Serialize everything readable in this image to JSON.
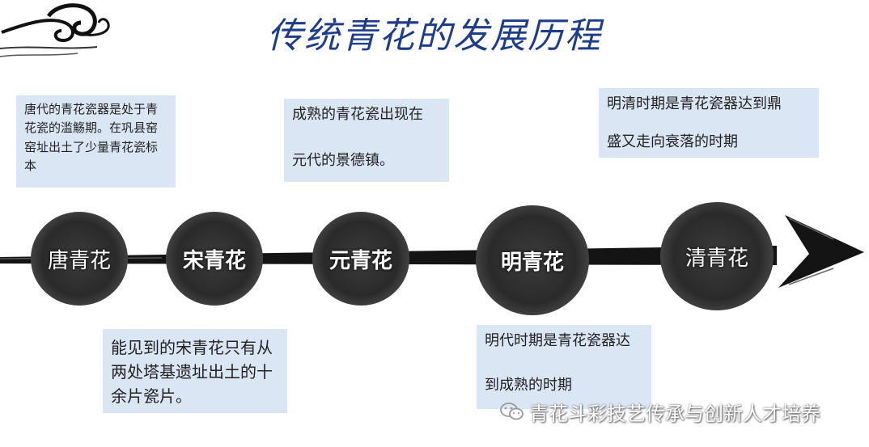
{
  "title": "传统青花的发展历程",
  "stages": [
    {
      "label": "唐青花"
    },
    {
      "label": "宋青花"
    },
    {
      "label": "元青花"
    },
    {
      "label": "明青花"
    },
    {
      "label": "清青花"
    }
  ],
  "notes": {
    "tang": [
      "唐代的青花瓷器是处于青",
      "花瓷的滥觞期。在巩县窑",
      "窑址出土了少量青花瓷标",
      "本"
    ],
    "yuan": [
      "成熟的青花瓷出现在",
      "元代的景德镇。"
    ],
    "mingqing": [
      "明清时期是青花瓷器达到鼎",
      "盛又走向衰落的时期"
    ],
    "song": [
      "能见到的宋青花只有从",
      "两处塔基遗址出土的十",
      "余片瓷片。"
    ],
    "ming": [
      "明代时期是青花瓷器达",
      "到成熟的时期"
    ]
  },
  "watermark": "青花斗彩技艺传承与创新人才培养",
  "icons": {
    "cloud": "cloud-scroll-icon",
    "arrow": "brush-arrow-icon",
    "wechat": "wechat-icon"
  },
  "colors": {
    "title": "#1f3c88",
    "note_bg": "#dbe6f4",
    "ink": "#2a2a2a"
  }
}
